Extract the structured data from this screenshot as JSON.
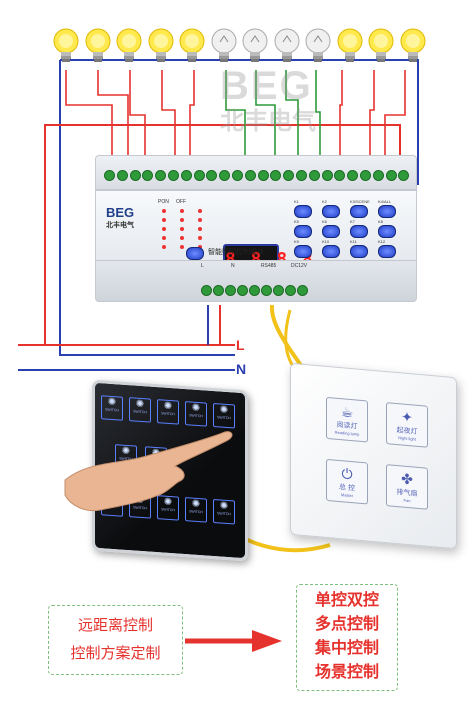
{
  "watermark": {
    "text": "BEG",
    "subtext": "北丰电气"
  },
  "bulbs": [
    {
      "state": "on"
    },
    {
      "state": "on"
    },
    {
      "state": "on"
    },
    {
      "state": "on"
    },
    {
      "state": "on"
    },
    {
      "state": "off"
    },
    {
      "state": "off"
    },
    {
      "state": "off"
    },
    {
      "state": "off"
    },
    {
      "state": "on"
    },
    {
      "state": "on"
    },
    {
      "state": "on"
    }
  ],
  "module": {
    "brand": "BEG",
    "brand_sub": "北丰电气",
    "display_value": "8.8.8.8",
    "title": "智能照明控制模块",
    "indicator_labels": [
      "PON",
      "OFF"
    ],
    "key_labels": [
      "K1",
      "K2",
      "K3/SCENE",
      "K4/ALL",
      "K5",
      "K6",
      "K7",
      "K8",
      "K9",
      "K10",
      "K11",
      "K12"
    ],
    "terminal_labels": [
      "L",
      "N",
      "RS485",
      "DC12V"
    ]
  },
  "power_lines": {
    "live": "L",
    "neutral": "N"
  },
  "touch_panel": {
    "button_label": "SWITCH",
    "icon": "bulb-icon"
  },
  "white_panel": {
    "buttons": [
      {
        "icon": "reading-lamp-icon",
        "label": "阅读灯",
        "sub": "Reading lamp"
      },
      {
        "icon": "bedroom-lamp-icon",
        "label": "起夜灯",
        "sub": "Night light"
      },
      {
        "icon": "power-icon",
        "label": "总 控",
        "sub": "Master"
      },
      {
        "icon": "fan-icon",
        "label": "排气扇",
        "sub": "Fan"
      }
    ]
  },
  "footer": {
    "left_lines": [
      "远距离控制",
      "控制方案定制"
    ],
    "right_lines": [
      "单控双控",
      "多点控制",
      "集中控制",
      "场景控制"
    ]
  },
  "colors": {
    "red": "#e6322d",
    "blue_wire": "#2a3fb0",
    "green_wire": "#2e9a3a",
    "yellow_cable": "#f2c21b",
    "key_blue": "#1e3fc8"
  }
}
